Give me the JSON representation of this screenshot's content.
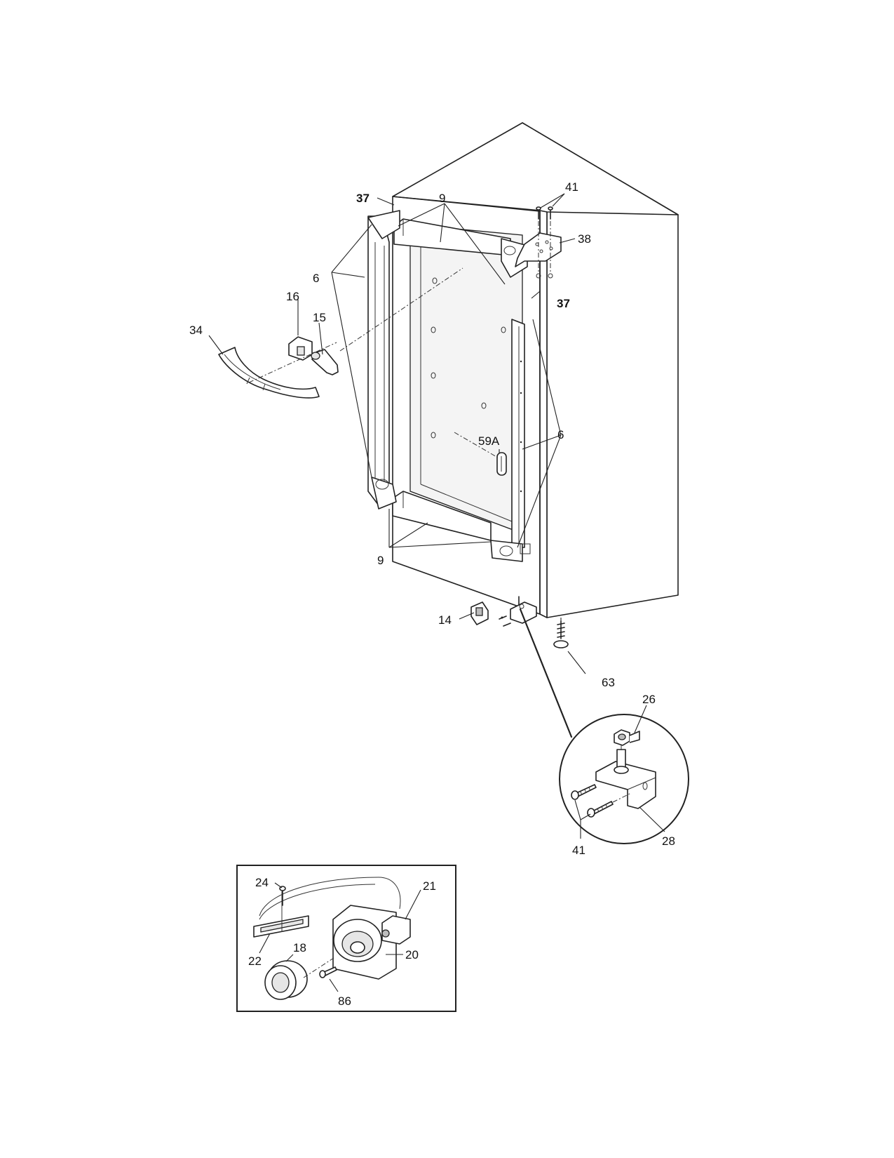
{
  "callouts": {
    "c37a": "37",
    "c37b": "37",
    "c9a": "9",
    "c9b": "9",
    "c41a": "41",
    "c41b": "41",
    "c38": "38",
    "c6a": "6",
    "c6b": "6",
    "c16": "16",
    "c15": "15",
    "c34": "34",
    "c59a": "59A",
    "c14": "14",
    "c63": "63",
    "c26": "26",
    "c28": "28",
    "c24": "24",
    "c21": "21",
    "c22": "22",
    "c18": "18",
    "c20": "20",
    "c86": "86"
  },
  "icons": {
    "cabinet": "freezer-cabinet-icon",
    "hinge_detail": "hinge-detail-icon",
    "control_inset": "thermostat-control-icon"
  }
}
